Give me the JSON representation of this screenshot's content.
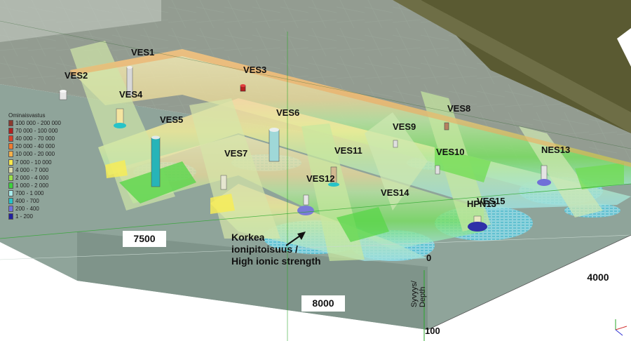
{
  "legend": {
    "title": "Ominaisvastus",
    "items": [
      {
        "label": "100 000 - 200 000",
        "color": "#8b3a2f"
      },
      {
        "label": "70 000 - 100 000",
        "color": "#b02020"
      },
      {
        "label": "40 000 - 70 000",
        "color": "#d8412a"
      },
      {
        "label": "20 000 - 40 000",
        "color": "#f07b2e"
      },
      {
        "label": "10 000 - 20 000",
        "color": "#f5b04a"
      },
      {
        "label": "7 000 - 10 000",
        "color": "#f8e94a"
      },
      {
        "label": "4 000 - 7 000",
        "color": "#d8d8a8"
      },
      {
        "label": "2 000 - 4 000",
        "color": "#9be04a"
      },
      {
        "label": "1 000 - 2 000",
        "color": "#3cd23c"
      },
      {
        "label": "700 - 1 000",
        "color": "#a8ecec"
      },
      {
        "label": "400 - 700",
        "color": "#27c3c8"
      },
      {
        "label": "200 - 400",
        "color": "#7070e0"
      },
      {
        "label": "1 - 200",
        "color": "#2020a0"
      }
    ]
  },
  "stations": {
    "ves1": "VES1",
    "ves2": "VES2",
    "ves3": "VES3",
    "ves4": "VES4",
    "ves5": "VES5",
    "ves6": "VES6",
    "ves7": "VES7",
    "ves8": "VES8",
    "ves9": "VES9",
    "ves10": "VES10",
    "ves11": "VES11",
    "ves12": "VES12",
    "ves13": "NES13",
    "ves14": "VES14",
    "ves15": "VES15",
    "hp": "HPN13"
  },
  "axis": {
    "x_tick_7500": "7500",
    "x_tick_8000": "8000",
    "y_tick_4000": "4000",
    "depth_top": "0",
    "depth_bottom": "100",
    "depth_label_line1": "Syvyys/",
    "depth_label_line2": "Depth"
  },
  "annotation": {
    "line1": "Korkea",
    "line2": "ionipitoisuus /",
    "line3": "High ionic strength"
  },
  "colors": {
    "map_overlay": "#7a8676",
    "ground_plane": "#8fa49a",
    "top_frame": "#5a5a32",
    "axis_green": "#2aa82a"
  }
}
